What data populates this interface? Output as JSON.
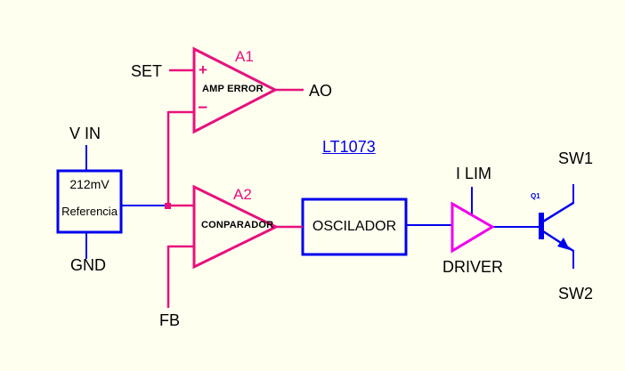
{
  "colors": {
    "background": "#FFFFF0",
    "blue": "#0000EE",
    "pink": "#E8107C",
    "magenta": "#EE00EE",
    "black": "#000000"
  },
  "diagram": {
    "chip": "LT1073",
    "error_amp": {
      "name": "A1",
      "label": "AMP ERROR",
      "plus": "+",
      "minus": "−",
      "input": "SET",
      "output": "AO"
    },
    "reference": {
      "line1": "212mV",
      "line2": "Referencia",
      "top_pin": "V IN",
      "bottom_pin": "GND"
    },
    "comparator": {
      "name": "A2",
      "label": "CONPARADOR",
      "bottom_input": "FB"
    },
    "oscillator": {
      "label": "OSCILADOR"
    },
    "driver": {
      "label": "DRIVER",
      "top_pin": "I LIM"
    },
    "transistor": {
      "name": "Q1",
      "collector_pin": "SW1",
      "emitter_pin": "SW2"
    }
  }
}
